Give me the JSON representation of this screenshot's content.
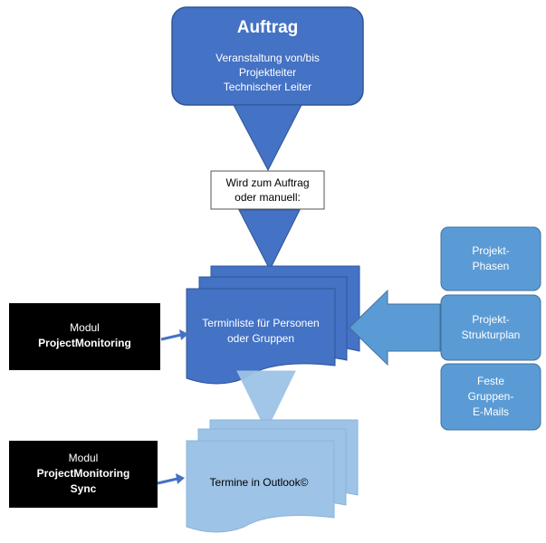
{
  "colors": {
    "dark_blue": "#4472C4",
    "dark_blue_border": "#2F5597",
    "mid_blue": "#5B9BD5",
    "light_blue": "#9DC3E6",
    "black": "#000000",
    "white": "#FFFFFF"
  },
  "auftrag": {
    "title": "Auftrag",
    "lines": [
      "Veranstaltung von/bis",
      "Projektleiter",
      "Technischer Leiter"
    ]
  },
  "decision": {
    "lines": [
      "Wird zum Auftrag",
      "oder manuell:"
    ]
  },
  "terminliste": {
    "lines": [
      "Terminliste für Personen",
      "oder Gruppen"
    ]
  },
  "termine_outlook": {
    "label": "Termine in Outlook©"
  },
  "modules": [
    {
      "line1": "Modul",
      "line2": "ProjectMonitoring",
      "line3": ""
    },
    {
      "line1": "Modul",
      "line2": "ProjectMonitoring",
      "line3": "Sync"
    }
  ],
  "side_boxes": [
    {
      "lines": [
        "Projekt-",
        "Phasen"
      ]
    },
    {
      "lines": [
        "Projekt-",
        "Strukturplan"
      ]
    },
    {
      "lines": [
        "Feste",
        "Gruppen-",
        "E-Mails"
      ]
    }
  ]
}
